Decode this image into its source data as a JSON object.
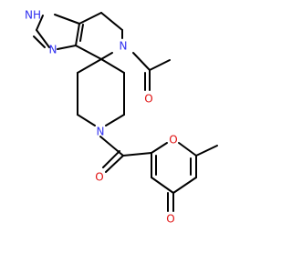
{
  "diagram": {
    "type": "skeletal-formula",
    "colors": {
      "bond": "#000000",
      "nitrogen": "#3030f0",
      "oxygen": "#e01010",
      "background": "#ffffff"
    },
    "atoms": {
      "nh": "NH",
      "n_imidazole": "N",
      "n_tetrahydropyridine": "N",
      "n_piperidine": "N",
      "o_acetyl": "O",
      "o_amide": "O",
      "o_pyran_ring": "O",
      "o_pyranone": "O"
    }
  }
}
